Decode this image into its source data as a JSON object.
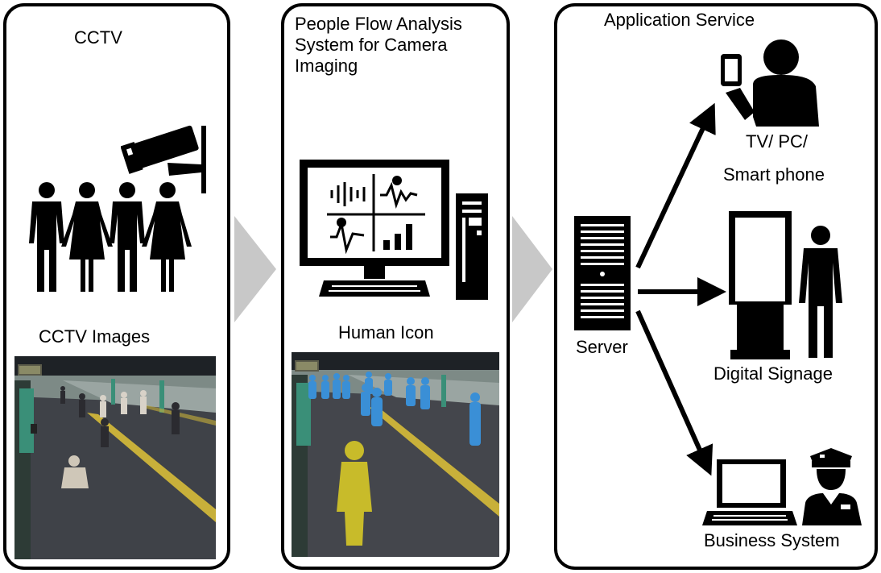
{
  "panels": {
    "cctv": {
      "title": "CCTV",
      "images_label": "CCTV Images",
      "icons": [
        "people-group-icon",
        "security-camera-icon"
      ]
    },
    "analysis": {
      "title": "People Flow Analysis System for Camera Imaging",
      "human_icon_label": "Human Icon",
      "icons": [
        "computer-monitor-icon",
        "pc-tower-icon"
      ]
    },
    "service": {
      "title": "Application Service",
      "server_label": "Server",
      "targets": {
        "tv_pc_line1": "TV/ PC/",
        "tv_pc_line2": "Smart phone",
        "signage": "Digital Signage",
        "business": "Business System"
      },
      "icons": [
        "server-icon",
        "smartphone-user-icon",
        "digital-signage-icon",
        "laptop-icon",
        "officer-icon"
      ]
    }
  },
  "colors": {
    "panel_border": "#000000",
    "flow_arrow": "#c8c8c8",
    "human_icon_blue": "#3a8fd6",
    "human_icon_yellow": "#c8bb2a",
    "platform_floor": "#44464c"
  }
}
